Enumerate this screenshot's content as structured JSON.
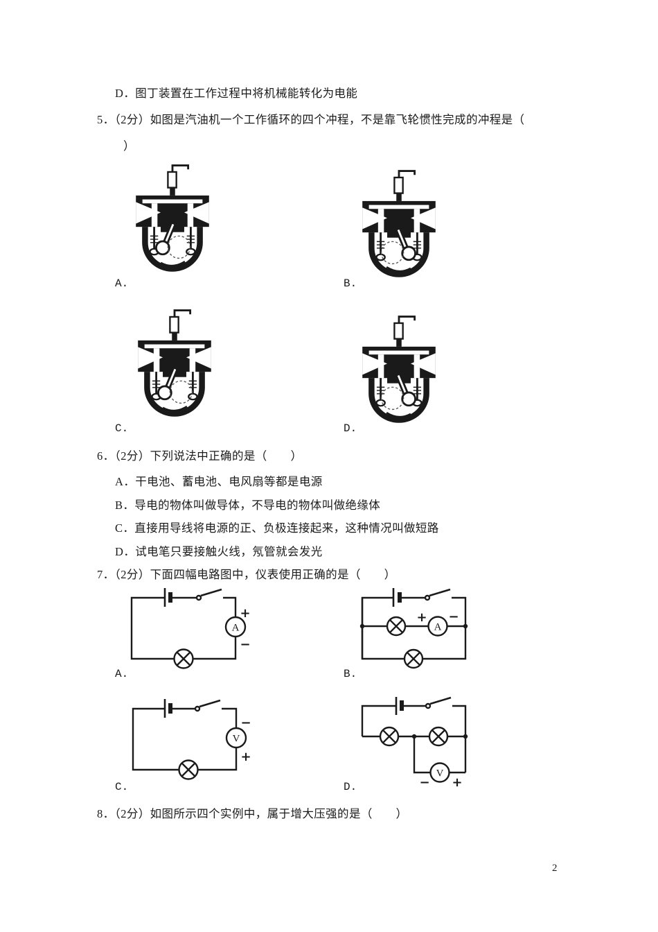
{
  "doc": {
    "prev_option_d": "D．图丁装置在工作过程中将机械能转化为电能",
    "q5": {
      "stem": "5．（2分）如图是汽油机一个工作循环的四个冲程，不是靠飞轮惯性完成的冲程是（",
      "close": "）"
    },
    "q6": {
      "stem": "6．（2分）下列说法中正确的是（　　）",
      "options": [
        "A．干电池、蓄电池、电风扇等都是电源",
        "B．导电的物体叫做导体，不导电的物体叫做绝缘体",
        "C．直接用导线将电源的正、负极连接起来，这种情况叫做短路",
        "D．试电笔只要接触火线，氖管就会发光"
      ]
    },
    "q7": {
      "stem": "7．（2分）下面四幅电路图中，仪表使用正确的是（　　）"
    },
    "q8": {
      "stem": "8．（2分）如图所示四个实例中，属于增大压强的是（　　）"
    },
    "figure_labels": {
      "a": "A.",
      "b": "B.",
      "c": "C.",
      "d": "D."
    },
    "meters": {
      "ammeter": "A",
      "voltmeter": "V",
      "plus": "+",
      "minus": "−"
    },
    "page_number": "2"
  }
}
